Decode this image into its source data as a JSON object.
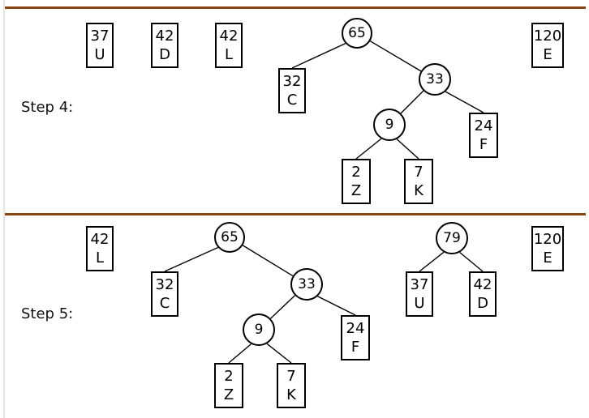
{
  "steps": [
    {
      "label": "Step 4:",
      "leaves": [
        {
          "id": "s4-37u",
          "weight": "37",
          "symbol": "U"
        },
        {
          "id": "s4-42d",
          "weight": "42",
          "symbol": "D"
        },
        {
          "id": "s4-42l",
          "weight": "42",
          "symbol": "L"
        },
        {
          "id": "s4-32c",
          "weight": "32",
          "symbol": "C"
        },
        {
          "id": "s4-24f",
          "weight": "24",
          "symbol": "F"
        },
        {
          "id": "s4-2z",
          "weight": "2",
          "symbol": "Z"
        },
        {
          "id": "s4-7k",
          "weight": "7",
          "symbol": "K"
        },
        {
          "id": "s4-120e",
          "weight": "120",
          "symbol": "E"
        }
      ],
      "nodes": [
        {
          "id": "s4-n65",
          "weight": "65"
        },
        {
          "id": "s4-n33",
          "weight": "33"
        },
        {
          "id": "s4-n9",
          "weight": "9"
        }
      ],
      "edges": [
        [
          "s4-n65",
          "s4-32c"
        ],
        [
          "s4-n65",
          "s4-n33"
        ],
        [
          "s4-n33",
          "s4-n9"
        ],
        [
          "s4-n33",
          "s4-24f"
        ],
        [
          "s4-n9",
          "s4-2z"
        ],
        [
          "s4-n9",
          "s4-7k"
        ]
      ]
    },
    {
      "label": "Step 5:",
      "leaves": [
        {
          "id": "s5-42l",
          "weight": "42",
          "symbol": "L"
        },
        {
          "id": "s5-32c",
          "weight": "32",
          "symbol": "C"
        },
        {
          "id": "s5-24f",
          "weight": "24",
          "symbol": "F"
        },
        {
          "id": "s5-2z",
          "weight": "2",
          "symbol": "Z"
        },
        {
          "id": "s5-7k",
          "weight": "7",
          "symbol": "K"
        },
        {
          "id": "s5-37u",
          "weight": "37",
          "symbol": "U"
        },
        {
          "id": "s5-42d",
          "weight": "42",
          "symbol": "D"
        },
        {
          "id": "s5-120e",
          "weight": "120",
          "symbol": "E"
        }
      ],
      "nodes": [
        {
          "id": "s5-n65",
          "weight": "65"
        },
        {
          "id": "s5-n33",
          "weight": "33"
        },
        {
          "id": "s5-n9",
          "weight": "9"
        },
        {
          "id": "s5-n79",
          "weight": "79"
        }
      ],
      "edges": [
        [
          "s5-n65",
          "s5-32c"
        ],
        [
          "s5-n65",
          "s5-n33"
        ],
        [
          "s5-n33",
          "s5-n9"
        ],
        [
          "s5-n33",
          "s5-24f"
        ],
        [
          "s5-n9",
          "s5-2z"
        ],
        [
          "s5-n9",
          "s5-7k"
        ],
        [
          "s5-n79",
          "s5-37u"
        ],
        [
          "s5-n79",
          "s5-42d"
        ]
      ]
    }
  ],
  "colors": {
    "divider": "#8b4513",
    "stroke": "#000000"
  }
}
